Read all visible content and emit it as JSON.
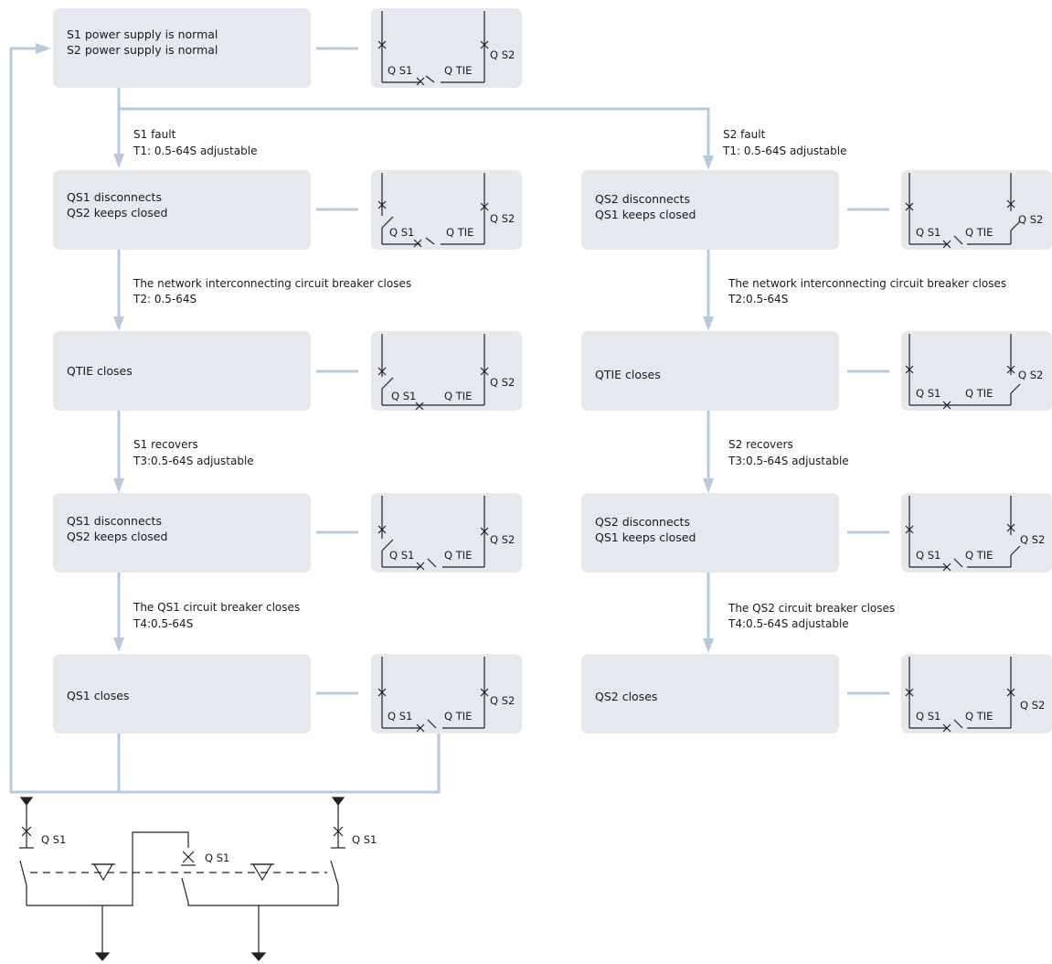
{
  "states": {
    "start": {
      "line1": "S1 power supply is normal",
      "line2": "S2 power supply is normal"
    },
    "l1": {
      "line1": "QS1 disconnects",
      "line2": "QS2 keeps closed"
    },
    "l2": {
      "line1": "QTIE closes"
    },
    "l3": {
      "line1": "QS1 disconnects",
      "line2": "QS2 keeps closed"
    },
    "l4": {
      "line1": "QS1 closes"
    },
    "r1": {
      "line1": "QS2 disconnects",
      "line2": "QS1 keeps closed"
    },
    "r2": {
      "line1": "QTIE closes"
    },
    "r3": {
      "line1": "QS2 disconnects",
      "line2": "QS1 keeps closed"
    },
    "r4": {
      "line1": "QS2 closes"
    }
  },
  "transitions": {
    "l_fault": {
      "line1": "S1 fault",
      "line2": "T1: 0.5-64S adjustable"
    },
    "l_tie": {
      "line1": "The network interconnecting circuit breaker closes",
      "line2": "T2: 0.5-64S"
    },
    "l_recover": {
      "line1": "S1 recovers",
      "line2": "T3:0.5-64S adjustable"
    },
    "l_close": {
      "line1": "The QS1 circuit breaker closes",
      "line2": "T4:0.5-64S"
    },
    "r_fault": {
      "line1": "S2 fault",
      "line2": "T1: 0.5-64S adjustable"
    },
    "r_tie": {
      "line1": "The network interconnecting circuit breaker closes",
      "line2": "T2:0.5-64S"
    },
    "r_recover": {
      "line1": "S2 recovers",
      "line2": "T3:0.5-64S adjustable"
    },
    "r_close": {
      "line1": "The QS2 circuit breaker closes",
      "line2": "T4:0.5-64S adjustable"
    }
  },
  "schematic_labels": {
    "qs1": "Q S1",
    "qs2": "Q S2",
    "qtie": "Q TIE"
  },
  "schematic_labels_compact": {
    "qs1": "Q S1",
    "qs2": "Q S2",
    "qtie": "Q TIE"
  },
  "bottom_schematic": {
    "label1": "Q S1",
    "label2": "Q S1",
    "label3": "Q S1"
  },
  "colors": {
    "box_fill": "#e5e9ee",
    "connector": "#b7c9dd",
    "ink": "#222222"
  }
}
